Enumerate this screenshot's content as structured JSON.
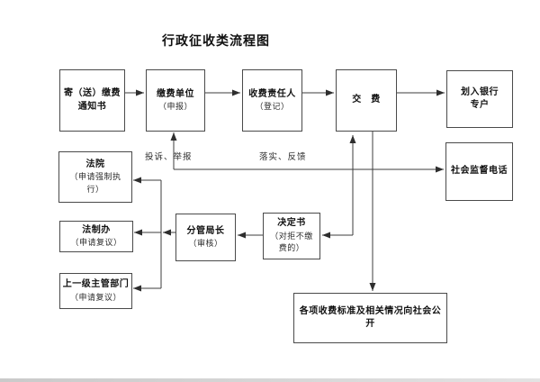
{
  "title": "行政征收类流程图",
  "nodes": {
    "notice": {
      "line1": "寄（送）缴费",
      "line2": "通知书"
    },
    "payer": {
      "line1": "缴费单位",
      "line2": "（申报）"
    },
    "responsible": {
      "line1": "收费责任人",
      "line2": "（登记）"
    },
    "pay": {
      "line1": "交　费"
    },
    "bank": {
      "line1": "划入银行",
      "line2": "专户"
    },
    "phone": {
      "line1": "社会监督电话"
    },
    "court": {
      "line1": "法院",
      "line2": "（申请强制执",
      "line3": "行）"
    },
    "legal": {
      "line1": "法制办",
      "line2": "（申请复议）"
    },
    "higher": {
      "line1": "上一级主管部门",
      "line2": "（申请复议）"
    },
    "director": {
      "line1": "分管局长",
      "line2": "（审核）"
    },
    "decision": {
      "line1": "决定书",
      "line2": "（对拒不缴",
      "line3": "费的）"
    },
    "public": {
      "line1": "各项收费标准及相关情况向社会公开"
    }
  },
  "edge_labels": {
    "complaint": "投诉、举报",
    "feedback": "落实、反馈"
  },
  "colors": {
    "line": "#3d3d3d",
    "box_border": "#4a4a4a",
    "text": "#111111"
  }
}
